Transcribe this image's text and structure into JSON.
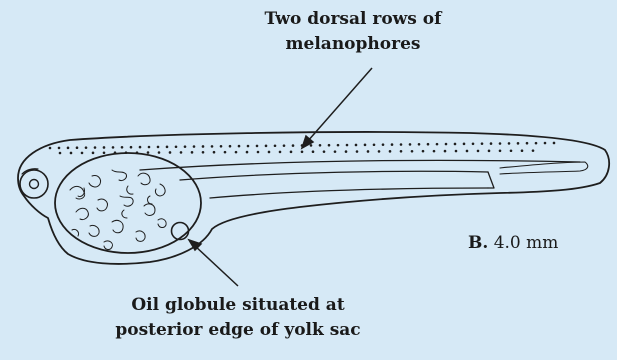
{
  "figure": {
    "labels": {
      "dorsal": [
        "Two dorsal rows of",
        "melanophores"
      ],
      "oil": [
        "Oil globule situated at",
        "posterior edge of yolk sac"
      ]
    },
    "stage": {
      "letter": "B.",
      "size": "4.0 mm"
    }
  }
}
